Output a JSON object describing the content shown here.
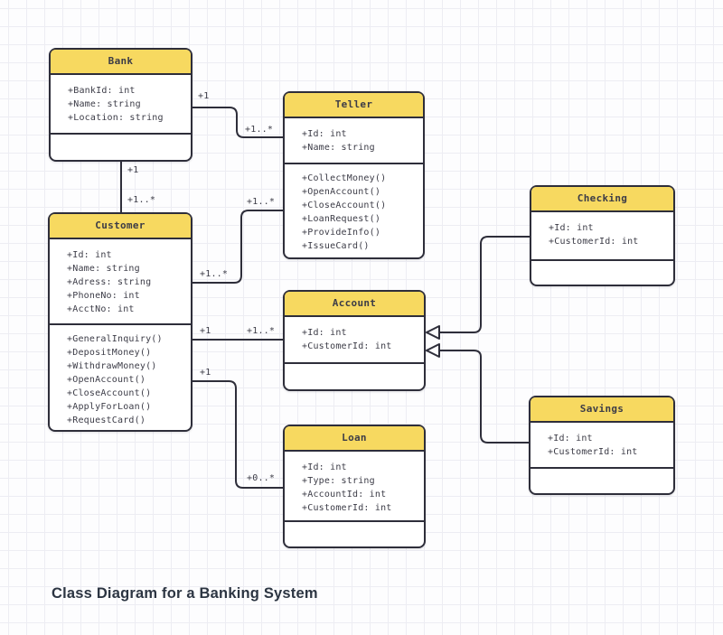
{
  "title": "Class Diagram for a Banking System",
  "diagram": {
    "type": "uml-class-diagram",
    "classes": [
      {
        "name": "Bank",
        "attributes": [
          "+BankId: int",
          "+Name: string",
          "+Location: string"
        ],
        "methods": []
      },
      {
        "name": "Teller",
        "attributes": [
          "+Id: int",
          "+Name: string"
        ],
        "methods": [
          "+CollectMoney()",
          "+OpenAccount()",
          "+CloseAccount()",
          "+LoanRequest()",
          "+ProvideInfo()",
          "+IssueCard()"
        ]
      },
      {
        "name": "Customer",
        "attributes": [
          "+Id: int",
          "+Name: string",
          "+Adress: string",
          "+PhoneNo: int",
          "+AcctNo: int"
        ],
        "methods": [
          "+GeneralInquiry()",
          "+DepositMoney()",
          "+WithdrawMoney()",
          "+OpenAccount()",
          "+CloseAccount()",
          "+ApplyForLoan()",
          "+RequestCard()"
        ]
      },
      {
        "name": "Account",
        "attributes": [
          "+Id: int",
          "+CustomerId: int"
        ],
        "methods": []
      },
      {
        "name": "Loan",
        "attributes": [
          "+Id: int",
          "+Type: string",
          "+AccountId: int",
          "+CustomerId: int"
        ],
        "methods": []
      },
      {
        "name": "Checking",
        "attributes": [
          "+Id: int",
          "+CustomerId: int"
        ],
        "methods": []
      },
      {
        "name": "Savings",
        "attributes": [
          "+Id: int",
          "+CustomerId: int"
        ],
        "methods": []
      }
    ],
    "edges": [
      {
        "id": "bank-teller",
        "from": "Bank",
        "to": "Teller",
        "type": "association",
        "source_label": "+1",
        "target_label": "+1..*"
      },
      {
        "id": "bank-customer",
        "from": "Bank",
        "to": "Customer",
        "type": "association",
        "source_label": "+1",
        "target_label": "+1..*"
      },
      {
        "id": "teller-customer",
        "from": "Teller",
        "to": "Customer",
        "type": "association",
        "source_label": "+1..*",
        "target_label": "+1..*"
      },
      {
        "id": "customer-account",
        "from": "Customer",
        "to": "Account",
        "type": "association",
        "source_label": "+1",
        "target_label": "+1..*"
      },
      {
        "id": "customer-loan",
        "from": "Customer",
        "to": "Loan",
        "type": "association",
        "source_label": "+1",
        "target_label": "+0..*"
      },
      {
        "id": "checking-account",
        "from": "Checking",
        "to": "Account",
        "type": "inheritance"
      },
      {
        "id": "savings-account",
        "from": "Savings",
        "to": "Account",
        "type": "inheritance"
      }
    ],
    "colors": {
      "class_header": "#f7d960",
      "stroke": "#2e2e3a",
      "text": "#3c3c47",
      "grid_line": "#ededf3",
      "background": "#fdfdfe"
    }
  }
}
